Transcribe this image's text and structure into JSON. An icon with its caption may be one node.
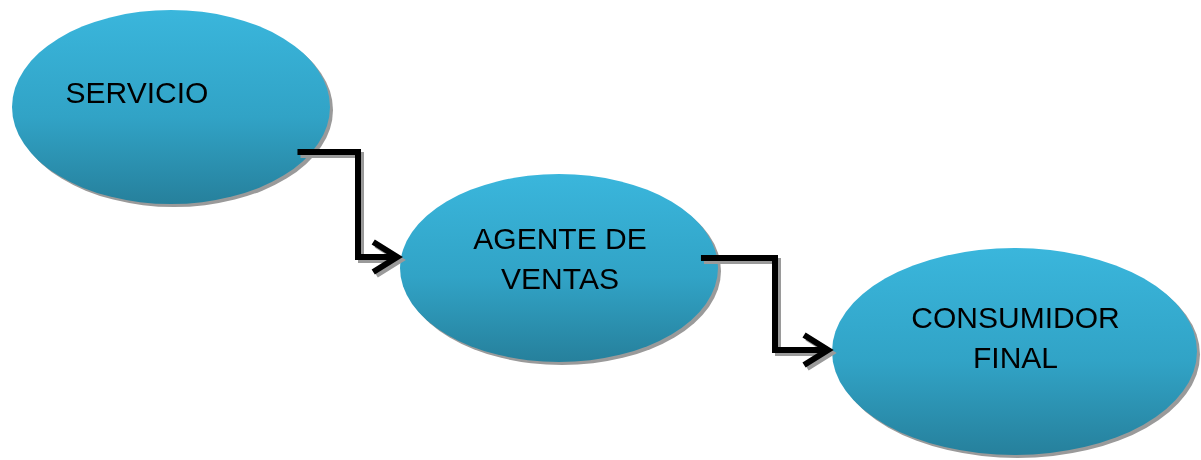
{
  "diagram": {
    "nodes": [
      {
        "text": [
          "SERVICIO"
        ]
      },
      {
        "text": [
          "AGENTE DE VENTAS"
        ]
      },
      {
        "text": [
          "CONSUMIDOR FINAL"
        ]
      }
    ],
    "edges": [
      {
        "from": 0,
        "to": 1,
        "arrow": "to"
      },
      {
        "from": 1,
        "to": 2,
        "arrow": "to"
      }
    ]
  }
}
